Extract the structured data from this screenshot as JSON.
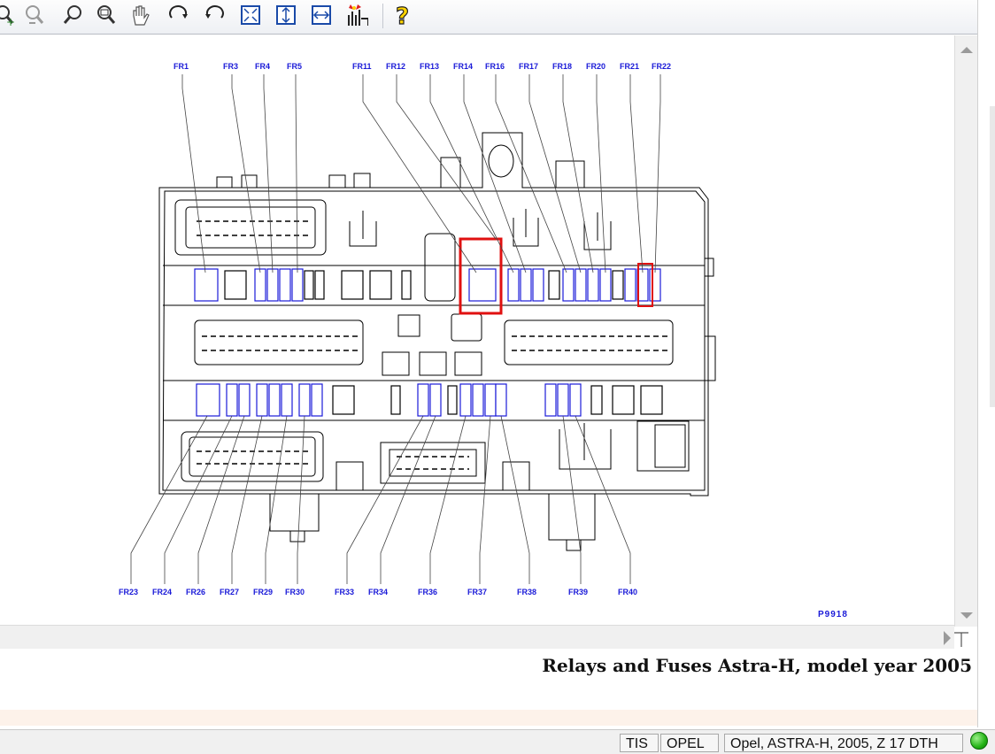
{
  "toolbar": {
    "icons": [
      "zoom-in-icon",
      "zoom-out-icon",
      "zoom-icon",
      "zoom-area-icon",
      "pan-hand-icon",
      "rotate-right-icon",
      "rotate-left-icon",
      "fit-page-icon",
      "fit-height-icon",
      "fit-width-icon",
      "highlight-icon",
      "help-icon"
    ],
    "help_glyph": "?"
  },
  "diagram": {
    "top_labels": [
      "FR1",
      "FR3",
      "FR4",
      "FR5",
      "FR11",
      "FR12",
      "FR13",
      "FR14",
      "FR16",
      "FR17",
      "FR18",
      "FR20",
      "FR21",
      "FR22"
    ],
    "bottom_labels": [
      "FR23",
      "FR24",
      "FR26",
      "FR27",
      "FR29",
      "FR30",
      "FR33",
      "FR34",
      "FR36",
      "FR37",
      "FR38",
      "FR39",
      "FR40"
    ],
    "figure_code": "P9918"
  },
  "caption": "Relays and Fuses Astra-H, model year 2005",
  "status": {
    "mode": "TIS",
    "brand": "OPEL",
    "vehicle": "Opel, ASTRA-H, 2005, Z 17 DTH"
  },
  "colors": {
    "fuse_blue": "#1a1ad8",
    "highlight_red": "#e01010",
    "status_green": "#22b214"
  }
}
